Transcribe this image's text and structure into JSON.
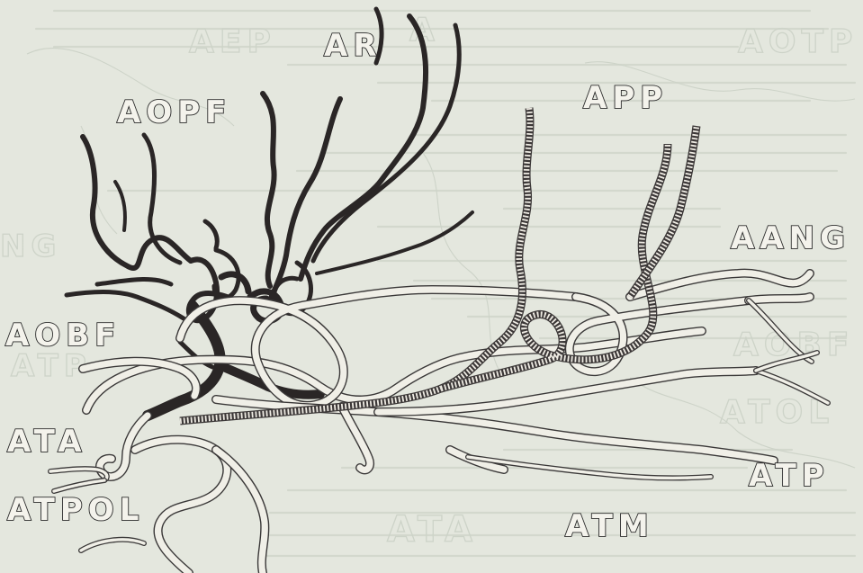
{
  "labels": {
    "ar": "AR",
    "aopf": "AOPF",
    "app": "APP",
    "aang": "AANG",
    "aobf": "AOBF",
    "ata": "ATA",
    "atpol": "ATPOL",
    "atm": "ATM",
    "atp": "ATP"
  },
  "colors": {
    "paper": "#e4e7de",
    "ink": "#2a2626",
    "vessel_fill": "#f0efe7"
  }
}
